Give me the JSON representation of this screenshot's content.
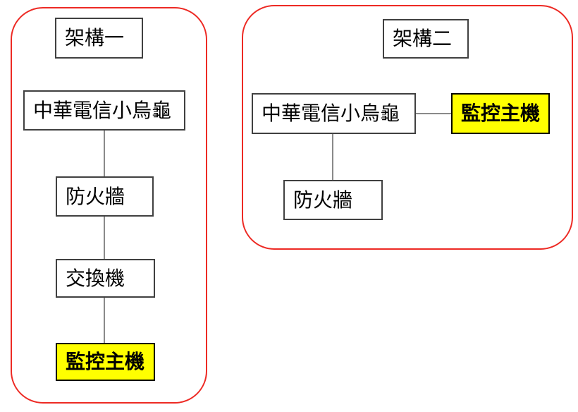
{
  "colors": {
    "background": "#ffffff",
    "frame_border": "#ed2a24",
    "box_border": "#404040",
    "connector": "#8a8a8a",
    "highlight_bg": "#ffff00",
    "highlight_border": "#000000",
    "text": "#000000"
  },
  "diagrams": [
    {
      "id": "architecture-1",
      "title": "架構一",
      "nodes": [
        {
          "label": "中華電信小烏龜",
          "highlight": false
        },
        {
          "label": "防火牆",
          "highlight": false
        },
        {
          "label": "交換機",
          "highlight": false
        },
        {
          "label": "監控主機",
          "highlight": true
        }
      ],
      "connections": [
        "中華電信小烏龜 → 防火牆",
        "防火牆 → 交換機",
        "交換機 → 監控主機"
      ]
    },
    {
      "id": "architecture-2",
      "title": "架構二",
      "nodes": [
        {
          "label": "中華電信小烏龜",
          "highlight": false
        },
        {
          "label": "監控主機",
          "highlight": true
        },
        {
          "label": "防火牆",
          "highlight": false
        }
      ],
      "connections": [
        "中華電信小烏龜 → 監控主機",
        "中華電信小烏龜 → 防火牆"
      ]
    }
  ]
}
